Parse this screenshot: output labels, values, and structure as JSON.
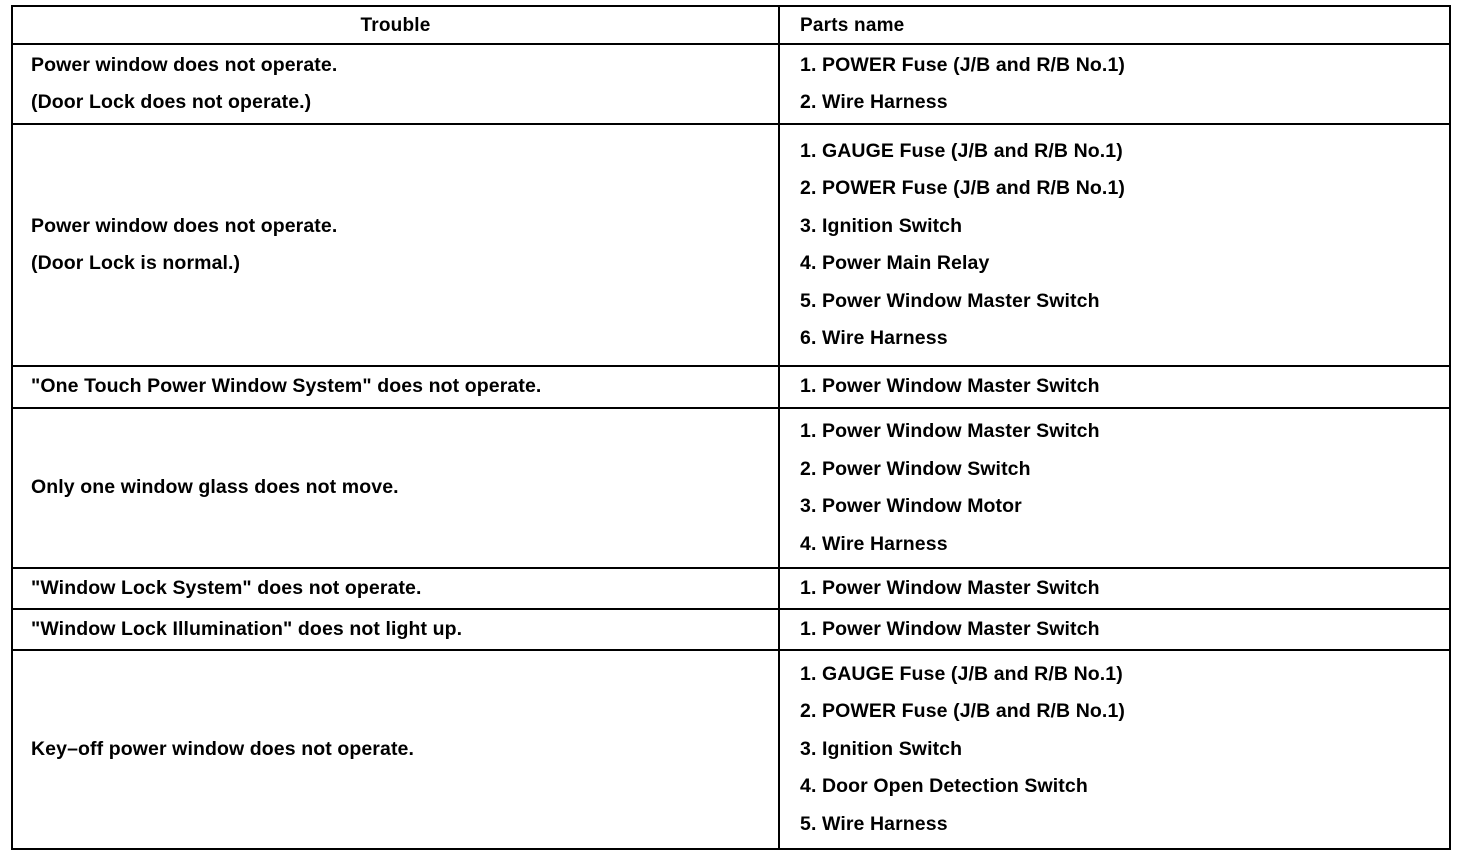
{
  "document": {
    "type": "service-manual-troubleshooting-table",
    "columns": [
      "Trouble",
      "Parts name"
    ]
  },
  "table": {
    "header": {
      "trouble": "Trouble",
      "parts": "Parts name"
    },
    "rows": [
      {
        "trouble_lines": [
          "Power window does not operate.",
          "(Door Lock does not operate.)"
        ],
        "parts": [
          "1. POWER Fuse (J/B and R/B No.1)",
          "2. Wire Harness"
        ]
      },
      {
        "trouble_lines": [
          "Power window does not operate.",
          "(Door Lock is normal.)"
        ],
        "parts": [
          "1. GAUGE Fuse (J/B and R/B No.1)",
          "2. POWER Fuse (J/B and R/B No.1)",
          "3. Ignition Switch",
          "4. Power Main Relay",
          "5. Power Window Master Switch",
          "6. Wire Harness"
        ]
      },
      {
        "trouble_lines": [
          "\"One Touch Power Window System\" does not operate."
        ],
        "parts": [
          "1. Power Window Master Switch"
        ]
      },
      {
        "trouble_lines": [
          "Only one window glass does not move."
        ],
        "parts": [
          "1. Power Window Master Switch",
          "2. Power Window Switch",
          "3. Power Window Motor",
          "4. Wire Harness"
        ]
      },
      {
        "trouble_lines": [
          "\"Window Lock System\" does not operate."
        ],
        "parts": [
          "1. Power Window Master Switch"
        ]
      },
      {
        "trouble_lines": [
          "\"Window Lock Illumination\" does not light up."
        ],
        "parts": [
          "1. Power Window Master Switch"
        ]
      },
      {
        "trouble_lines": [
          "Key–off power window does not operate."
        ],
        "parts": [
          "1. GAUGE Fuse (J/B and R/B No.1)",
          "2. POWER Fuse (J/B and R/B No.1)",
          "3. Ignition Switch",
          "4. Door Open Detection Switch",
          "5. Wire Harness"
        ]
      }
    ]
  },
  "colors": {
    "ink": "#000000",
    "paper": "#ffffff"
  }
}
